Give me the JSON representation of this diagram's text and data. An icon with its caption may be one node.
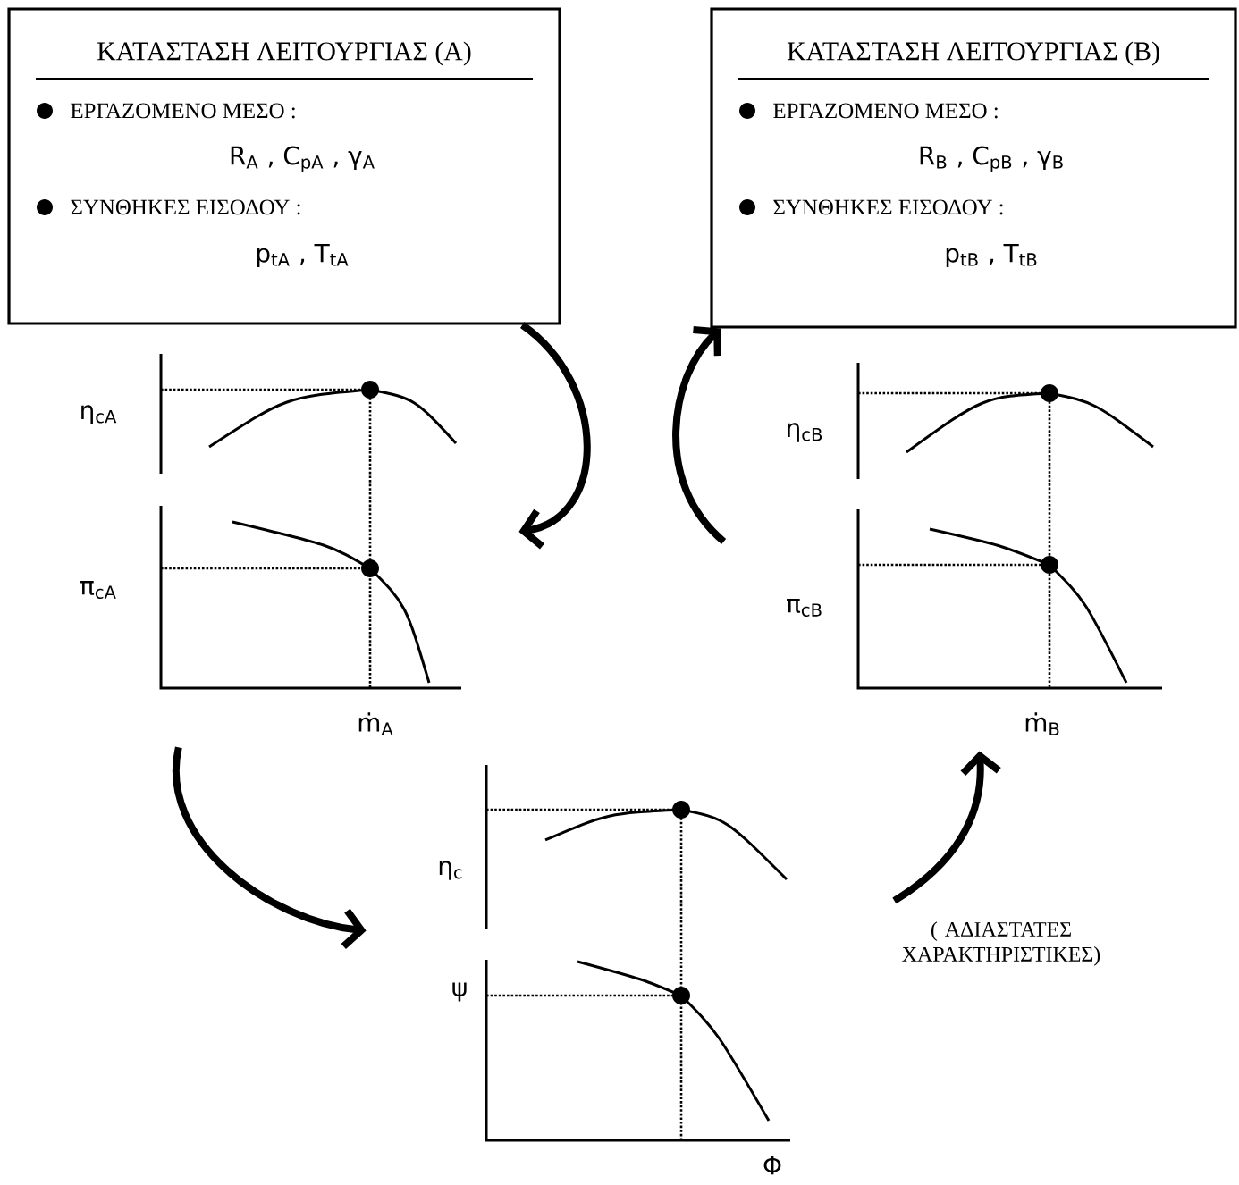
{
  "diagram": {
    "nodes": [
      {
        "text": [
          "ΚΑΤΑΣΤΑΣΗ ΛΕΙΤΟΥΡΓΙΑΣ (Α)",
          "ΕΡΓΑΖΟΜΕΝΟ ΜΕΣΟ :",
          "R$_{A}$ , C$_{pA}$ , γ$_{A}$",
          "ΣΥΝΘΗΚΕΣ ΕΙΣΟΔΟΥ :",
          "p$_{tA}$ , T$_{tA}$"
        ]
      },
      {
        "text": [
          "ΚΑΤΑΣΤΑΣΗ ΛΕΙΤΟΥΡΓΙΑΣ (Β)",
          "ΕΡΓΑΖΟΜΕΝΟ ΜΕΣΟ :",
          "R$_{B}$ , C$_{pB}$ , γ$_{B}$",
          "ΣΥΝΘΗΚΕΣ ΕΙΣΟΔΟΥ :",
          "p$_{tB}$ , T$_{tB}$"
        ]
      },
      {
        "text": [
          "η$_{cA}$",
          "π$_{cA}$",
          "ṁ$_{A}$"
        ]
      },
      {
        "text": [
          "η$_{cB}$",
          "π$_{cB}$",
          "ṁ$_{B}$"
        ]
      },
      {
        "text": [
          "η$_{c}$",
          "ψ",
          "Φ"
        ]
      }
    ],
    "labels": [
      "( ΑΔΙΑΣΤΑΤΕΣ ΧΑΡΑΚΤΗΡΙΣΤΙΚΕΣ)"
    ],
    "edges": [
      {
        "from": 0,
        "to": 2,
        "arrow": "to"
      },
      {
        "from": 2,
        "to": 4,
        "arrow": "to"
      },
      {
        "from": 4,
        "to": 3,
        "arrow": "to"
      },
      {
        "from": 3,
        "to": 1,
        "arrow": "to"
      }
    ]
  }
}
